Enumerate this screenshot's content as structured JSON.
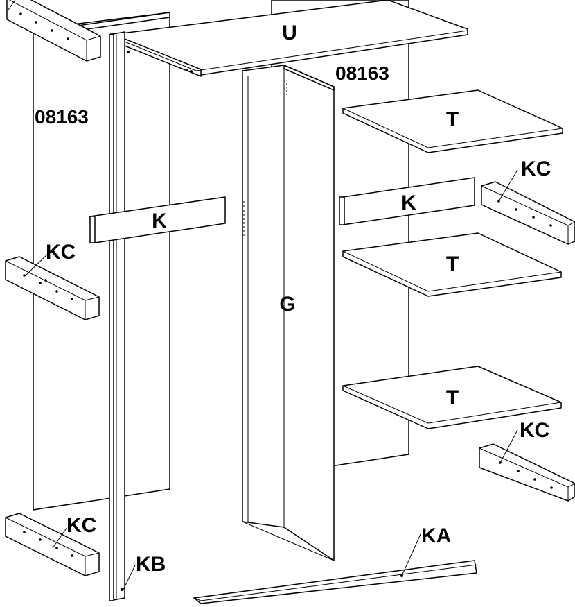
{
  "labels": {
    "top_panel": "U",
    "code_left": "08163",
    "code_right": "08163",
    "shelf_1": "T",
    "shelf_2": "T",
    "shelf_3": "T",
    "rail_left": "K",
    "rail_right": "K",
    "divider": "G",
    "cleat_right_upper": "KC",
    "cleat_left_middle": "KC",
    "cleat_left_lower": "KC",
    "cleat_right_lower": "KC",
    "front_strip": "KB",
    "base_strip": "KA"
  }
}
